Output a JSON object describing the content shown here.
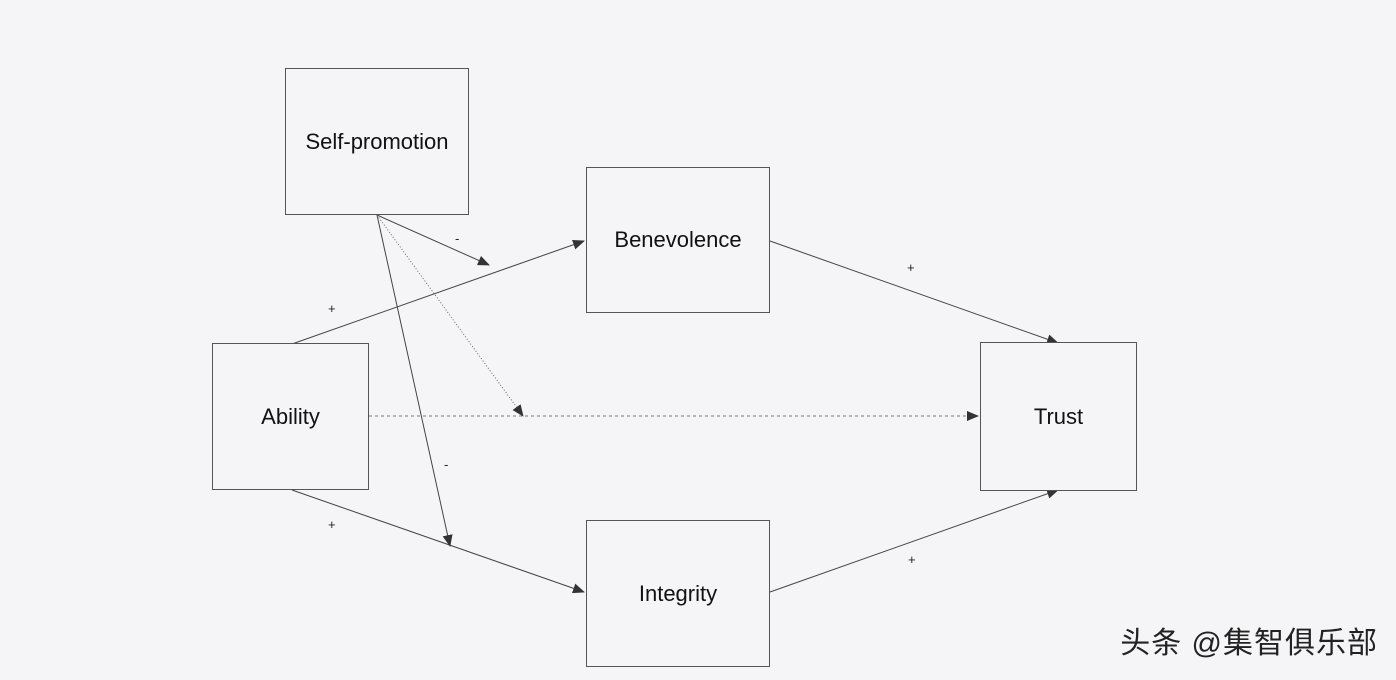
{
  "nodes": {
    "self_promotion": "Self-promotion",
    "benevolence": "Benevolence",
    "ability": "Ability",
    "trust": "Trust",
    "integrity": "Integrity"
  },
  "signs": {
    "self_promotion_to_benevolence_path": "-",
    "self_promotion_to_direct_path": "",
    "self_promotion_to_integrity_path": "-",
    "ability_to_benevolence": "+",
    "ability_to_integrity": "+",
    "benevolence_to_trust": "+",
    "integrity_to_trust": "+"
  },
  "watermark": "头条 @集智俱乐部",
  "colors": {
    "background": "#f5f5f7",
    "line": "#444444",
    "border": "#555555",
    "text": "#111111"
  }
}
